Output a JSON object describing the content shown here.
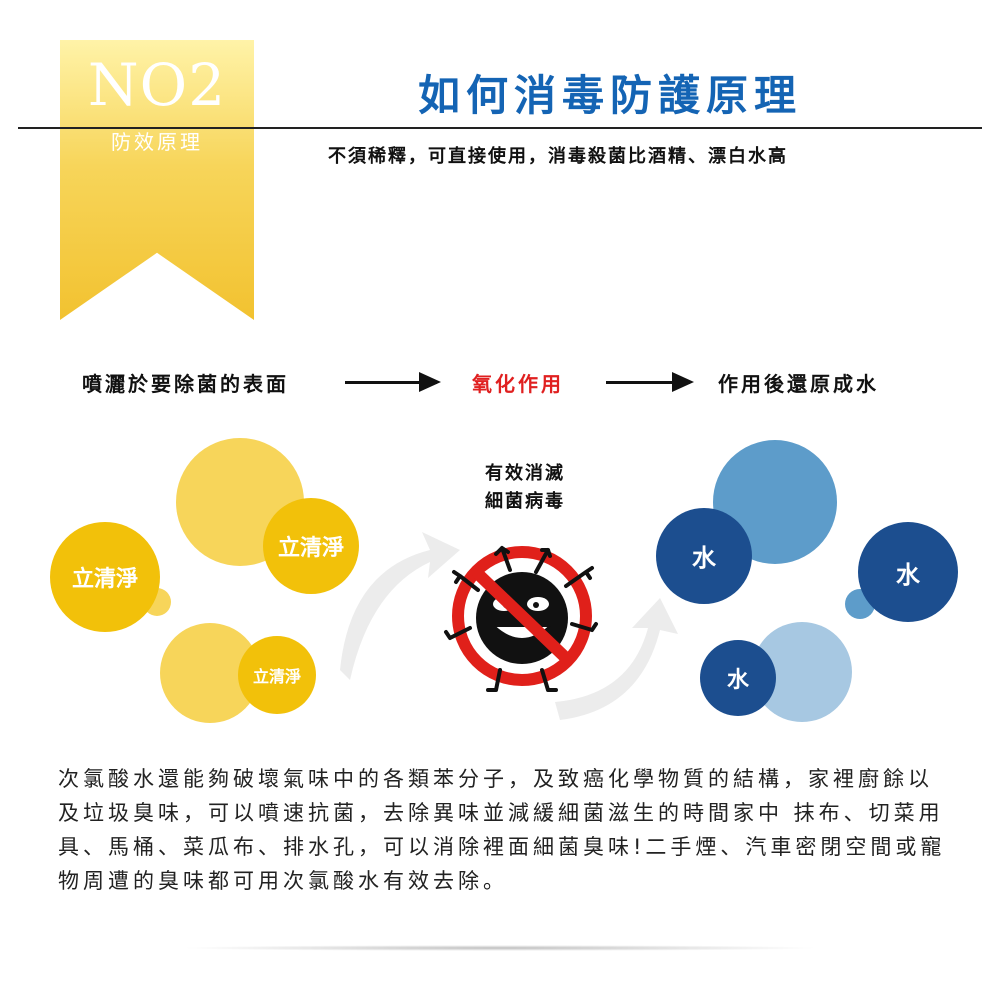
{
  "badge": {
    "number": "NO2",
    "subtitle": "防效原理"
  },
  "header": {
    "title": "如何消毒防護原理",
    "subtitle": "不須稀釋，可直接使用，消毒殺菌比酒精、漂白水高"
  },
  "process": {
    "step1": "噴灑於要除菌的表面",
    "step2": "氧化作用",
    "step3": "作用後還原成水"
  },
  "diagram": {
    "product_label_1": "立清淨",
    "product_label_2": "立清淨",
    "product_label_3": "立清淨",
    "kill_line_1": "有效消滅",
    "kill_line_2": "細菌病毒",
    "water_label_1": "水",
    "water_label_2": "水",
    "water_label_3": "水"
  },
  "colors": {
    "title_blue": "#1464b4",
    "highlight_red": "#e02020",
    "yellow_dark": "#f2c10a",
    "yellow_light": "#f7d55a",
    "blue_dark": "#1c4e8f",
    "blue_mid": "#5d9cca",
    "blue_light": "#a7c8e2"
  },
  "body": {
    "paragraph": "次氯酸水還能夠破壞氣味中的各類苯分子，及致癌化學物質的結構，家裡廚餘以及垃圾臭味，可以噴速抗菌，去除異味並減緩細菌滋生的時間家中 抹布、切菜用具、馬桶、菜瓜布、排水孔，可以消除裡面細菌臭味!二手煙、汽車密閉空間或寵物周遭的臭味都可用次氯酸水有效去除。"
  }
}
